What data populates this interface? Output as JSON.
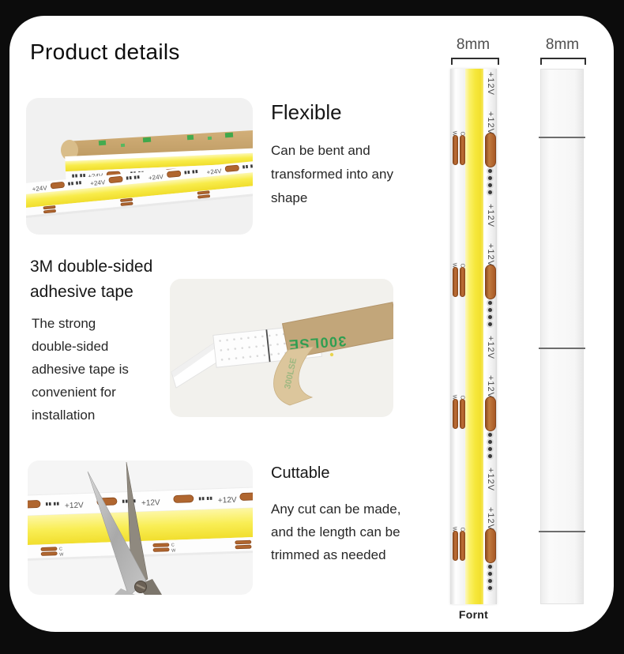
{
  "page": {
    "title": "Product details"
  },
  "sections": {
    "flexible": {
      "heading": "Flexible",
      "body": [
        "Can be bent and",
        "transformed into any",
        "shape"
      ]
    },
    "adhesive": {
      "heading": [
        "3M double-sided",
        "adhesive tape"
      ],
      "body": [
        "The strong",
        "double-sided",
        "adhesive tape is",
        "convenient for",
        "installation"
      ]
    },
    "cuttable": {
      "heading": "Cuttable",
      "body": [
        "Any cut can be made,",
        "and the length can be",
        "trimmed as needed"
      ]
    }
  },
  "strip_diagram": {
    "front_width_label": "8mm",
    "back_width_label": "8mm",
    "front_caption": "Fornt",
    "voltage_label": "+12V",
    "pad_letter_left": "W",
    "pad_letter_right": "C",
    "segment_count": 4,
    "back_divider_y": [
      85,
      352,
      584
    ]
  },
  "photos": {
    "flexible_strip": {
      "voltage_label": "+24V"
    },
    "tape": {
      "brand_text": "300LSE"
    },
    "cut_strip": {
      "voltage_label": "+12V",
      "pad_letter_top": "C",
      "pad_letter_bottom": "W"
    }
  },
  "colors": {
    "background": "#0c0c0c",
    "panel": "#ffffff",
    "cob_yellow": "#f6e83c",
    "copper_pad": "#a85a26",
    "tape_tan": "#c2a67a",
    "tape_brand_green": "#2f9e51",
    "text_dark": "#161616",
    "dim_gray": "#4f4f4f"
  }
}
